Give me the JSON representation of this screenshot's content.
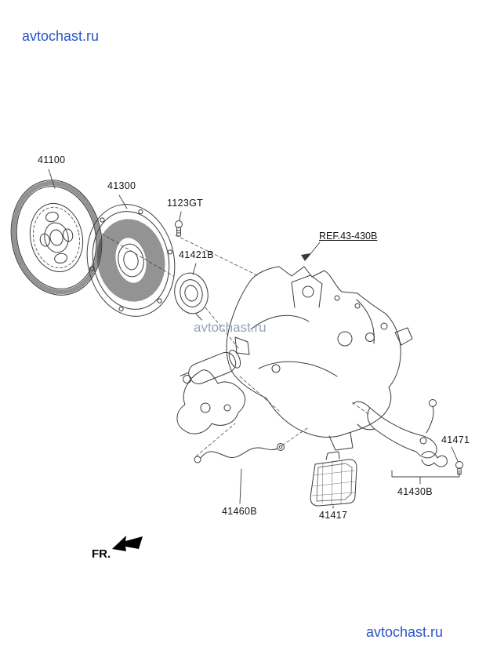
{
  "watermarks": {
    "top_left": "avtochast.ru",
    "center": "avtochast.ru",
    "bottom_right": "avtochast.ru"
  },
  "diagram": {
    "reference_label": "REF.43-430B",
    "front_label": "FR.",
    "parts": [
      {
        "code": "41100"
      },
      {
        "code": "41300"
      },
      {
        "code": "1123GT"
      },
      {
        "code": "41421B"
      },
      {
        "code": "41471"
      },
      {
        "code": "41430B"
      },
      {
        "code": "41460B"
      },
      {
        "code": "41417"
      }
    ]
  },
  "colors": {
    "watermark_link_blue": "#2b55c4",
    "watermark_center_gray": "#97a2b4",
    "line_color": "#3b3b3b",
    "label_text": "#141414",
    "background": "#ffffff"
  }
}
